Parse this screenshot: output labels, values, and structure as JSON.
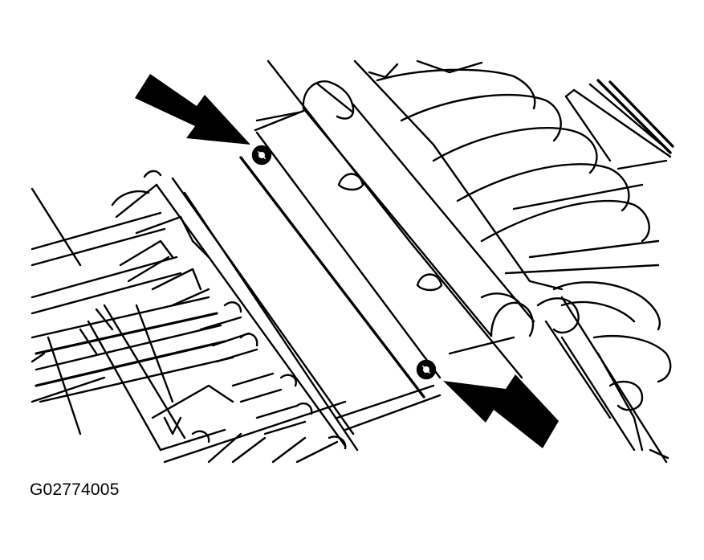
{
  "figure": {
    "id_label": "G02774005"
  },
  "colors": {
    "background": "#ffffff",
    "line": "#000000"
  },
  "callouts": [
    {
      "name": "arrow-upper-fastener",
      "points_to": "upper-bolt"
    },
    {
      "name": "arrow-lower-fastener",
      "points_to": "lower-bolt"
    }
  ]
}
